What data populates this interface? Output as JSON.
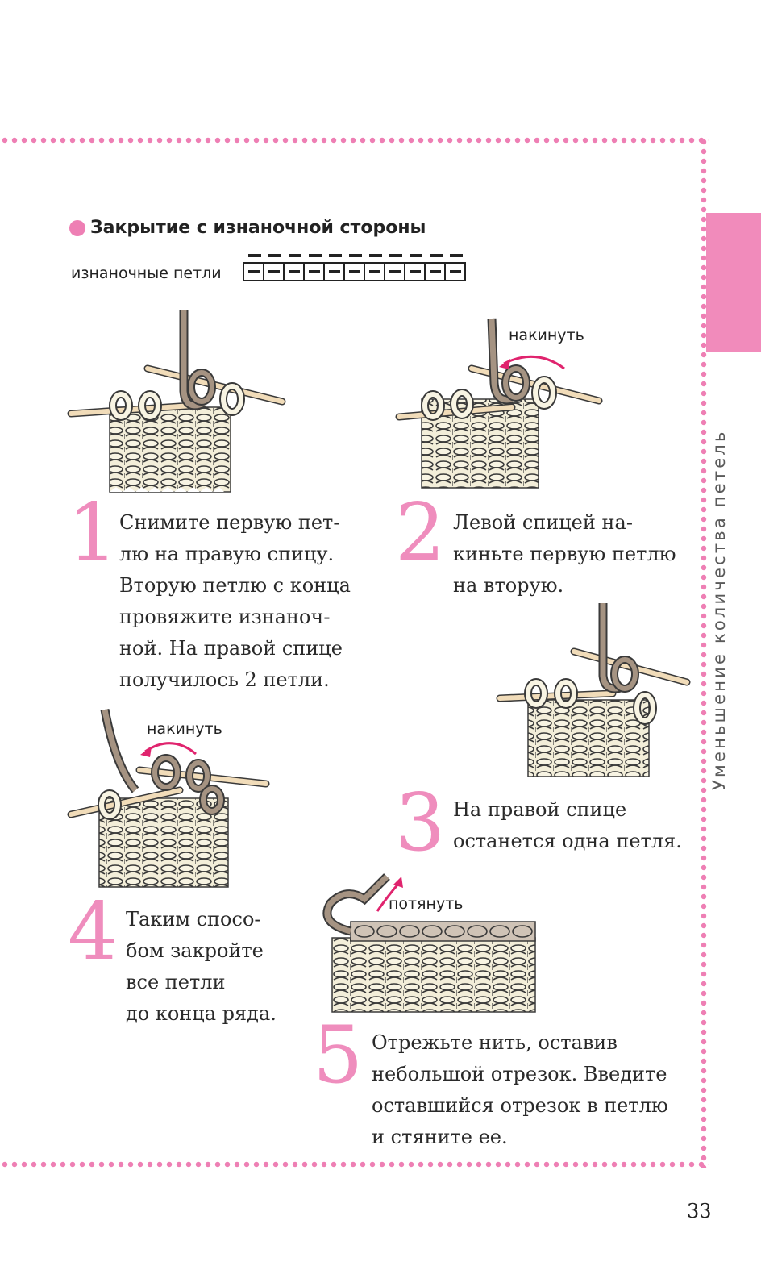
{
  "section": {
    "title": "Закрытие с изнаночной стороны",
    "legend_label": "изнаночные петли"
  },
  "side_title": "Уменьшение количества петель",
  "steps": [
    {
      "number": "1",
      "lines": [
        "Снимите первую пет-",
        "лю на правую спицу.",
        "Вторую петлю с конца",
        "провяжите изнаноч-",
        "ной. На правой спице",
        "получилось 2 петли."
      ]
    },
    {
      "number": "2",
      "lines": [
        "Левой спицей на-",
        "киньте первую петлю",
        "на вторую."
      ]
    },
    {
      "number": "3",
      "lines": [
        "На правой спице",
        "останется одна петля."
      ]
    },
    {
      "number": "4",
      "lines": [
        "Таким спосо-",
        "бом закройте",
        "все петли",
        "до конца ряда."
      ]
    },
    {
      "number": "5",
      "lines": [
        "Отрежьте нить, оставив",
        "небольшой отрезок. Введите",
        "оставшийся отрезок в петлю",
        "и стяните ее."
      ]
    }
  ],
  "captions": {
    "step2": "накинуть",
    "step4": "накинуть",
    "step5": "потянуть"
  },
  "page_number": "33",
  "colors": {
    "accent_pink": "#ee7fb4",
    "tab_pink": "#f18bbb",
    "number_pink": "#ef8dbd",
    "yarn_cream": "#f3eed9",
    "yarn_brown": "#a59382"
  },
  "icons": [
    "pink-bullet-icon",
    "purl-stitch-legend-icon",
    "knitting-illustration",
    "curved-arrow-icon"
  ]
}
